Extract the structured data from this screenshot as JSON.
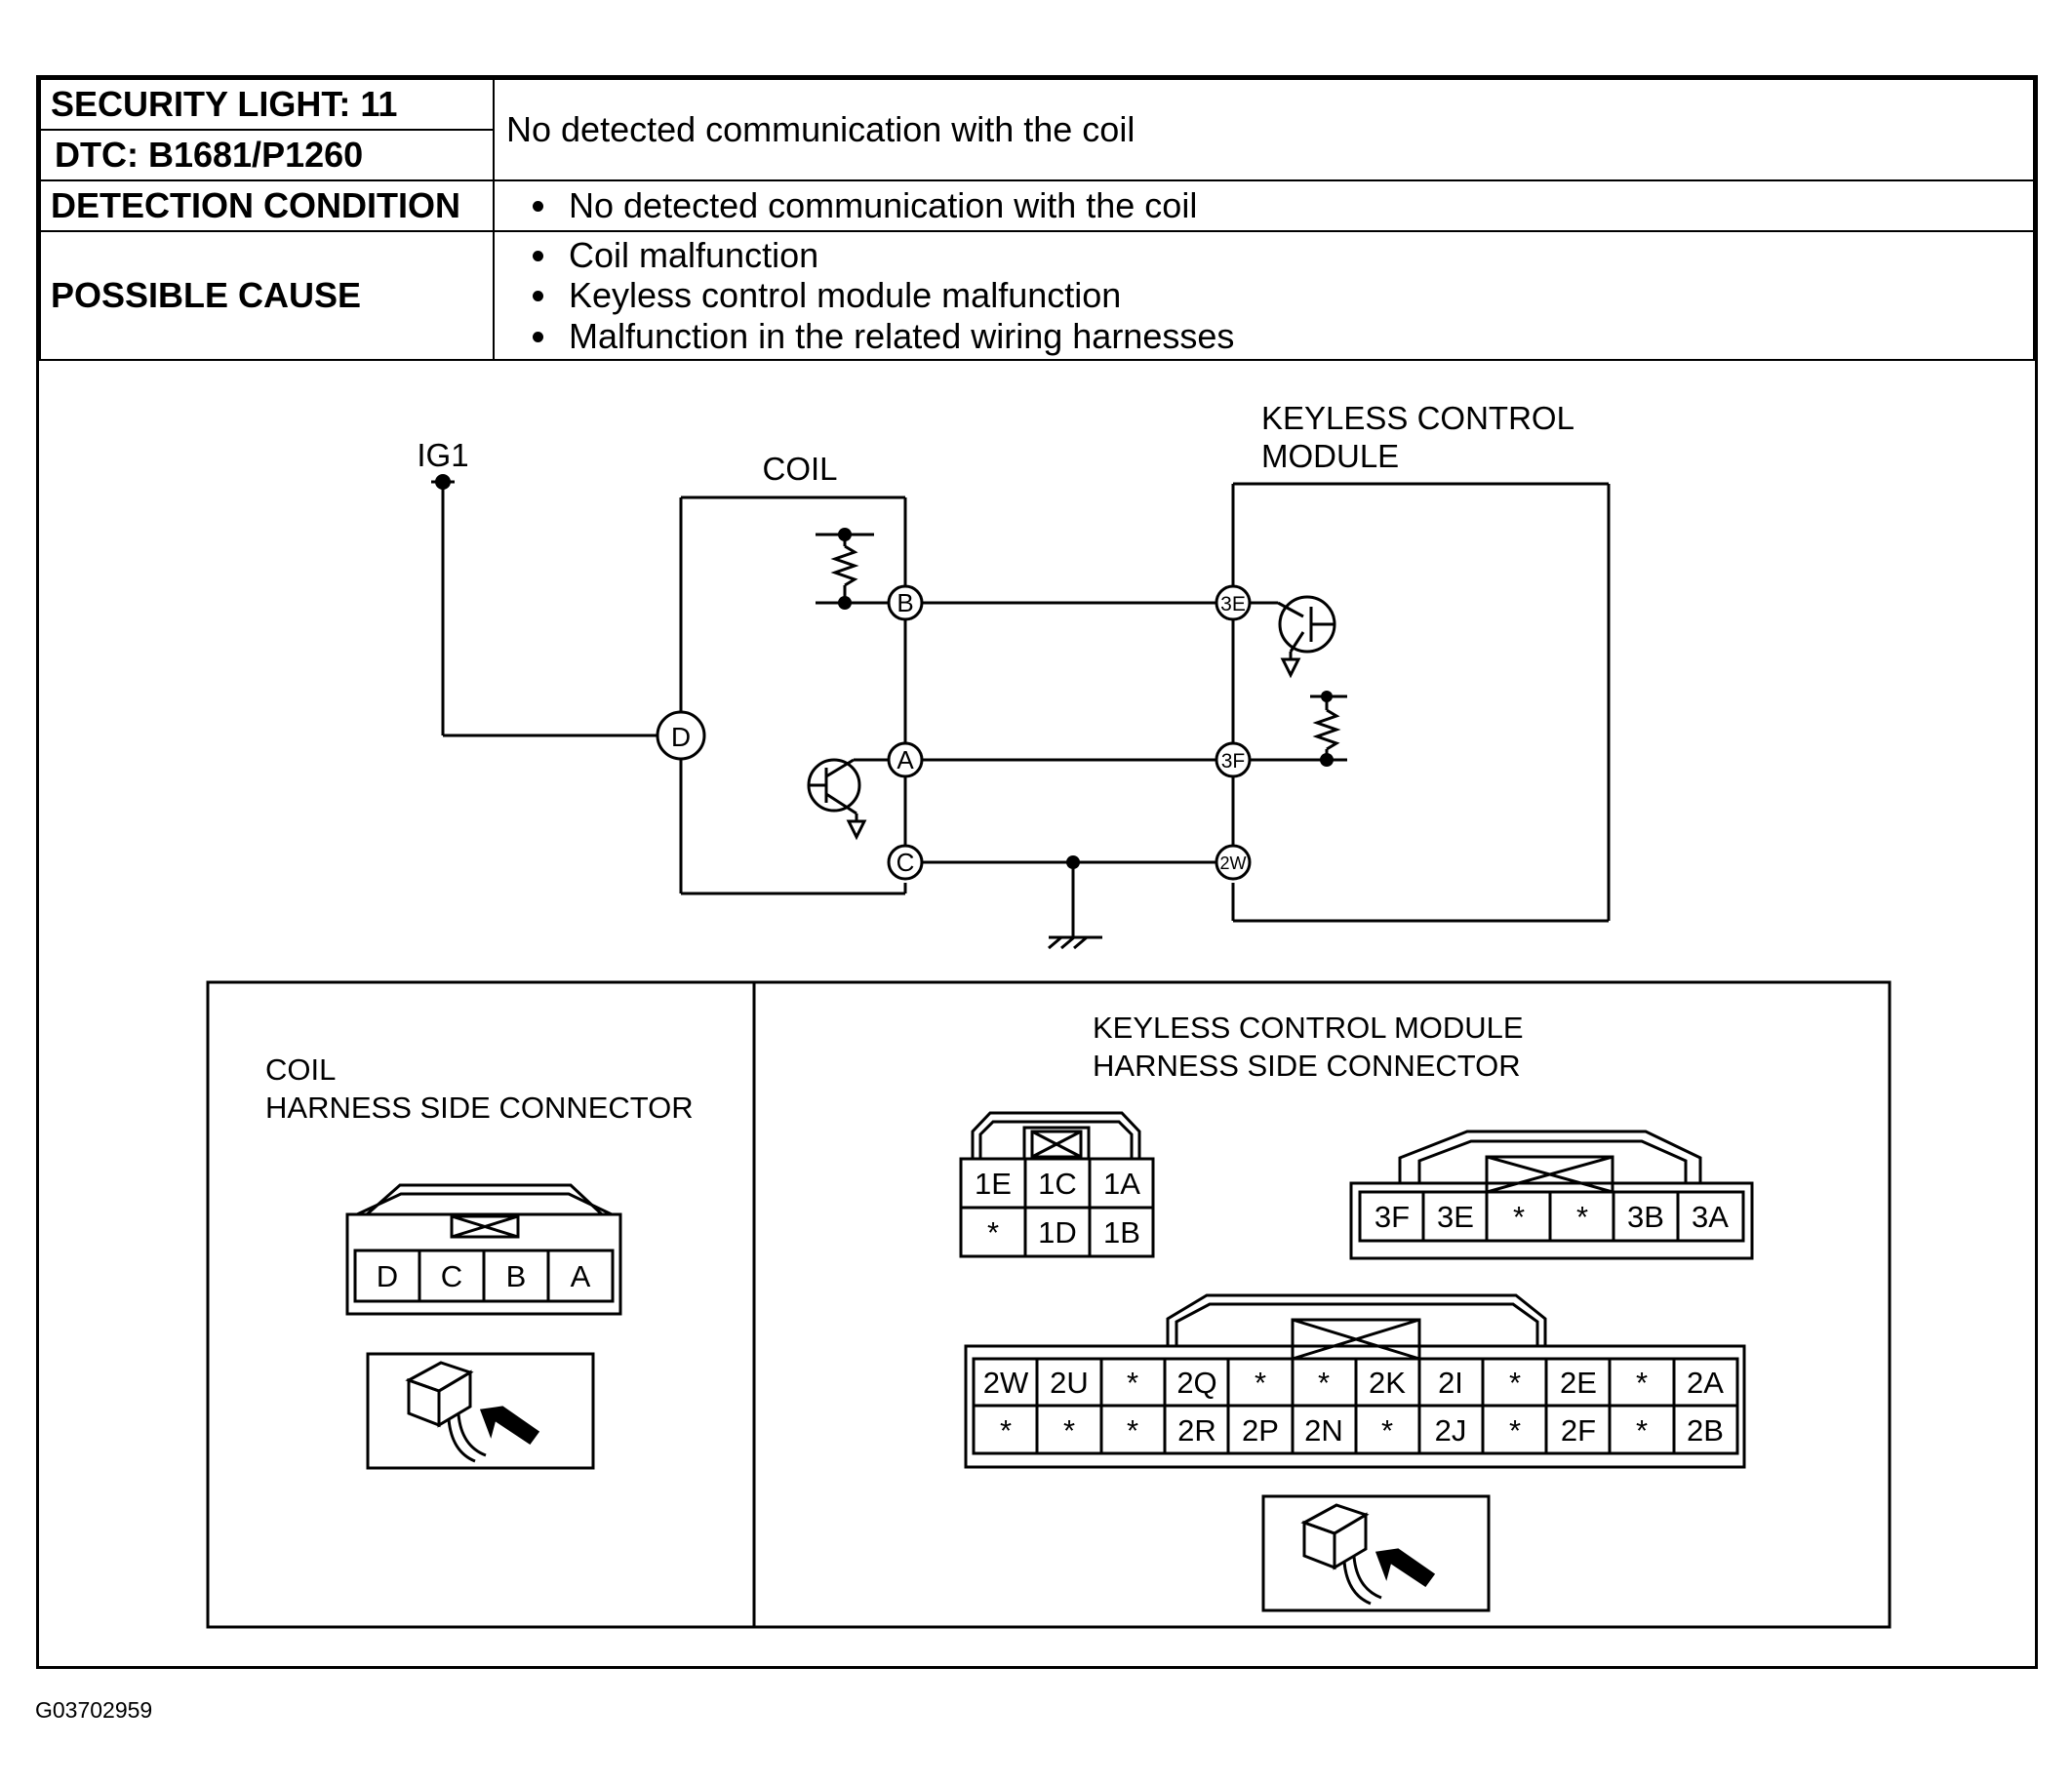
{
  "info": {
    "security_light_label": "SECURITY LIGHT: 11",
    "dtc_label": "DTC: B1681/P1260",
    "description": "No detected communication with the coil",
    "detection_label": "DETECTION CONDITION",
    "detection_items": [
      "No detected communication with the coil"
    ],
    "cause_label": "POSSIBLE CAUSE",
    "cause_items": [
      "Coil malfunction",
      "Keyless control module malfunction",
      "Malfunction in the related wiring harnesses"
    ]
  },
  "schematic": {
    "ig1_label": "IG1",
    "coil_label": "COIL",
    "module_label_line1": "KEYLESS CONTROL",
    "module_label_line2": "MODULE",
    "coil_terminals": {
      "b": "B",
      "a": "A",
      "c": "C",
      "d": "D"
    },
    "module_terminals": {
      "e3": "3E",
      "f3": "3F",
      "w2": "2W"
    }
  },
  "connectors": {
    "coil_title_line1": "COIL",
    "coil_title_line2": "HARNESS SIDE CONNECTOR",
    "coil_pins": [
      "D",
      "C",
      "B",
      "A"
    ],
    "module_title_line1": "KEYLESS CONTROL MODULE",
    "module_title_line2": "HARNESS SIDE CONNECTOR",
    "conn1_top": [
      "1E",
      "1C",
      "1A"
    ],
    "conn1_bottom": [
      "*",
      "1D",
      "1B"
    ],
    "conn3": [
      "3F",
      "3E",
      "*",
      "*",
      "3B",
      "3A"
    ],
    "conn2_top": [
      "2W",
      "2U",
      "*",
      "2Q",
      "*",
      "*",
      "2K",
      "2I",
      "*",
      "2E",
      "*",
      "2A"
    ],
    "conn2_bottom": [
      "*",
      "*",
      "*",
      "2R",
      "2P",
      "2N",
      "*",
      "2J",
      "*",
      "2F",
      "*",
      "2B"
    ]
  },
  "figure_id": "G03702959"
}
